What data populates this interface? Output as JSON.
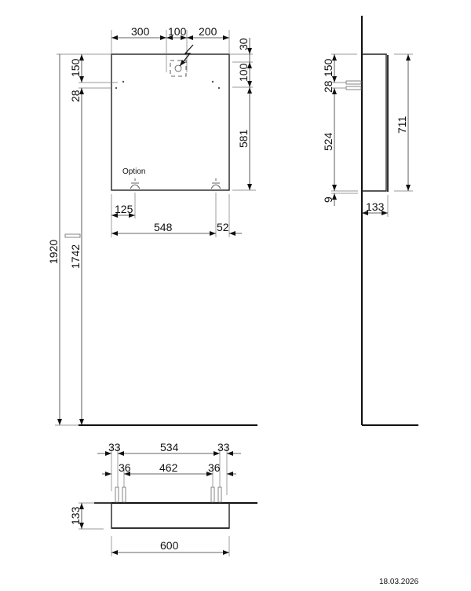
{
  "drawing": {
    "type": "technical-dimension-drawing",
    "subject": "wall-mounted mirror cabinet",
    "units": "mm",
    "date": "18.03.2026"
  },
  "front_view": {
    "top_dims": [
      "300",
      "100",
      "200"
    ],
    "right_top_dims": [
      "30",
      "100"
    ],
    "right_height": "581",
    "left_dims": [
      "150",
      "28"
    ],
    "overall_height_floor": "1920",
    "mount_height_floor": "1742",
    "option_label": "Option",
    "bottom_dims": [
      "125",
      "548",
      "52"
    ]
  },
  "side_view": {
    "left_dims": [
      "150",
      "28",
      "524",
      "9"
    ],
    "height": "711",
    "depth": "133"
  },
  "top_view": {
    "row1": [
      "33",
      "534",
      "33"
    ],
    "row2": [
      "36",
      "462",
      "36"
    ],
    "depth": "133",
    "width": "600"
  }
}
